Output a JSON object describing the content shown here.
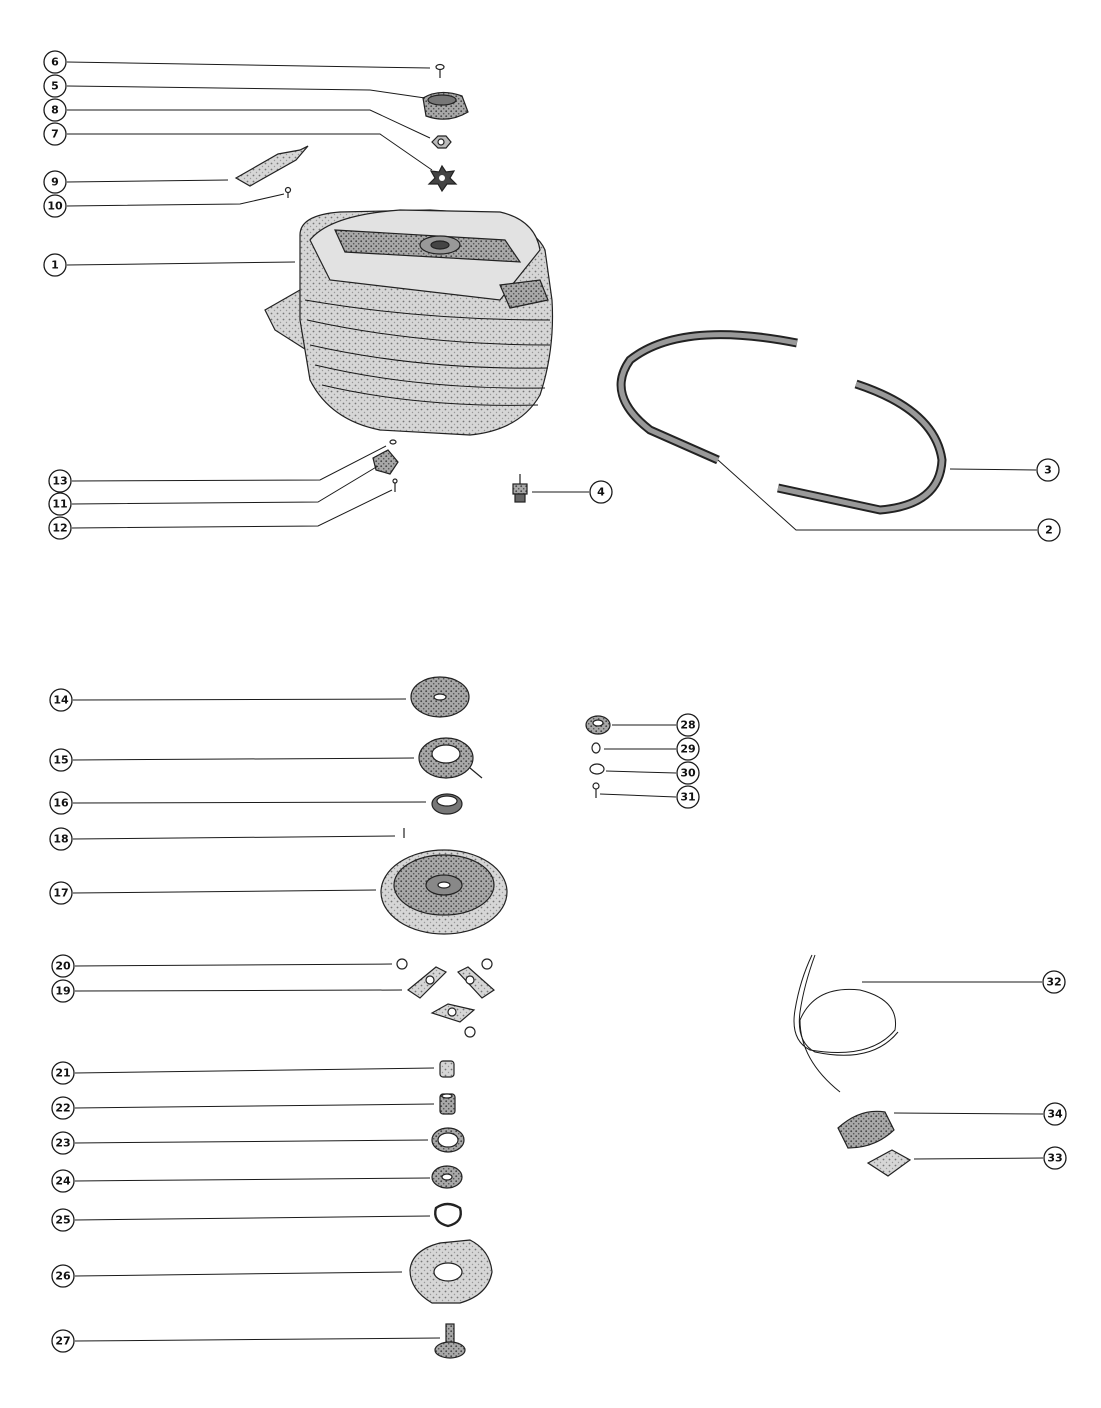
{
  "diagram": {
    "callouts": [
      "1",
      "2",
      "3",
      "4",
      "5",
      "6",
      "7",
      "8",
      "9",
      "10",
      "11",
      "12",
      "13",
      "14",
      "15",
      "16",
      "17",
      "18",
      "19",
      "20",
      "21",
      "22",
      "23",
      "24",
      "25",
      "26",
      "27",
      "28",
      "29",
      "30",
      "31",
      "32",
      "33",
      "34"
    ]
  },
  "colors": {
    "ink": "#1a1a1a",
    "shade": "#8a8a8a",
    "light": "#d9d9d9"
  }
}
